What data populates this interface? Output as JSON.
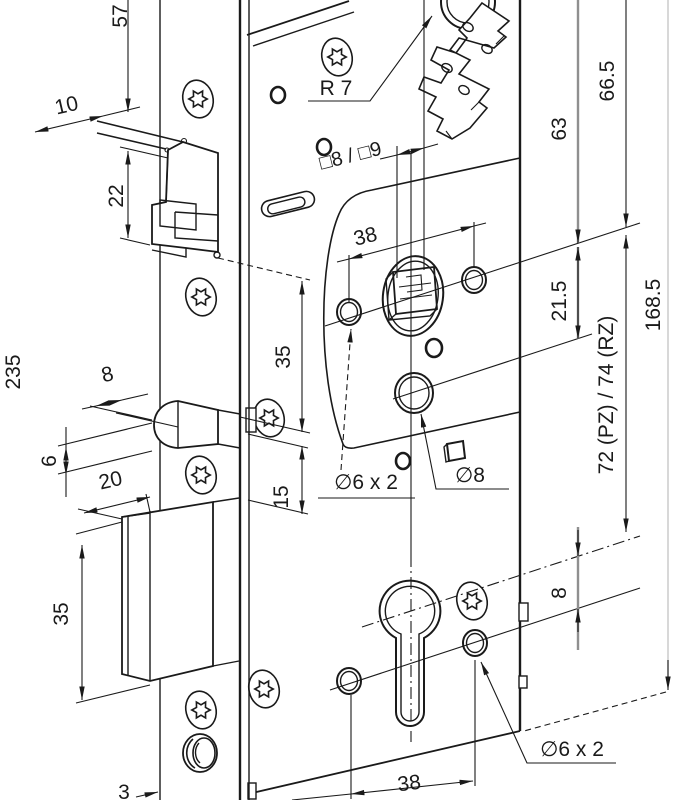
{
  "drawing": {
    "background": "#ffffff",
    "line_color": "#1a1a1a",
    "gray_dim_color": "#8f8f8f",
    "dimensions": {
      "top_to_latch": "57",
      "latch_protrusion": "10",
      "latch_height": "22",
      "faceplate_total": "235",
      "aux_bolt_protrusion": "8",
      "aux_bolt_height": "6",
      "bolt_depth": "20",
      "bolt_front_height": "35",
      "faceplate_thickness": "3",
      "corner_radius": "R 7",
      "spindle_square": "□8 / □9",
      "hole_spacing_top": "38",
      "latch_to_spindle": "35",
      "spindle_to_aux": "15",
      "screw_holes_top": "∅6 x 2",
      "aux_hole": "∅8",
      "top_to_spindle": "63",
      "edge_to_spindle": "66.5",
      "spindle_to_hole": "21.5",
      "case_height": "168.5",
      "backset": "72 (PZ) / 74 (RZ)",
      "cylinder_to_hole": "8",
      "screw_holes_bottom": "∅6 x 2",
      "hole_spacing_bottom": "38"
    }
  }
}
